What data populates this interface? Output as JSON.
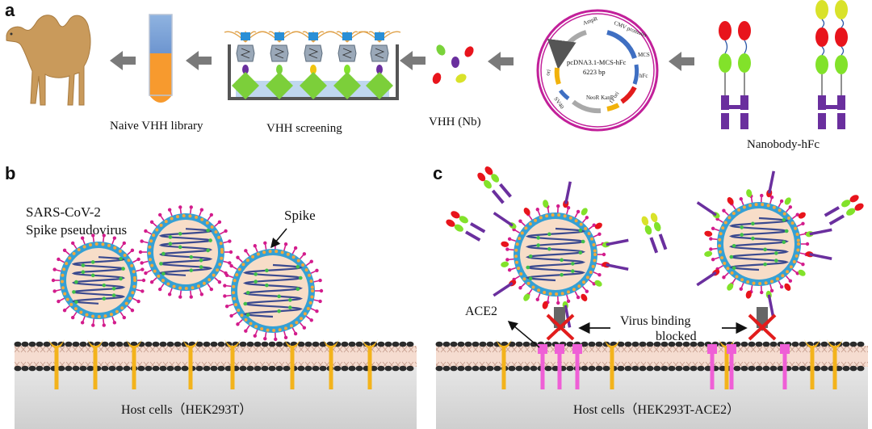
{
  "panels": {
    "a": {
      "label": "a",
      "steps": [
        "Naive VHH library",
        "VHH screening",
        "VHH (Nb)"
      ],
      "plasmid": {
        "name": "pcDNA3.1-MCS-hFc",
        "size": "6223 bp",
        "features": [
          "AmpR",
          "CMV promoter",
          "MCS",
          "hFc",
          "f1 ori",
          "NeoR KanR",
          "SV40",
          "ori"
        ]
      },
      "product": "Nanobody-hFc"
    },
    "b": {
      "label": "b",
      "virus_label_line1": "SARS-CoV-2",
      "virus_label_line2": "Spike pseudovirus",
      "spike_label": "Spike",
      "host": "Host cells（HEK293T）"
    },
    "c": {
      "label": "c",
      "receptor": "ACE2",
      "blocked_line1": "Virus binding",
      "blocked_line2": "blocked",
      "host": "Host cells（HEK293T-ACE2）"
    }
  },
  "colors": {
    "arrow": "#7a7a7a",
    "virus_shell": "#35a0d4",
    "virus_core": "#f7ddc8",
    "spike_tip": "#d31c8c",
    "receptor": "#f3b31c",
    "ace2": "#ef5fd6",
    "nanobody_red": "#e8141c",
    "nanobody_green": "#82e22a",
    "nanobody_yellow": "#d9e22a",
    "fc_purple": "#6a2f9e",
    "block_x": "#e21c1c",
    "membrane": "#f0cdbd",
    "plasmid_ring": "#c2209a"
  }
}
